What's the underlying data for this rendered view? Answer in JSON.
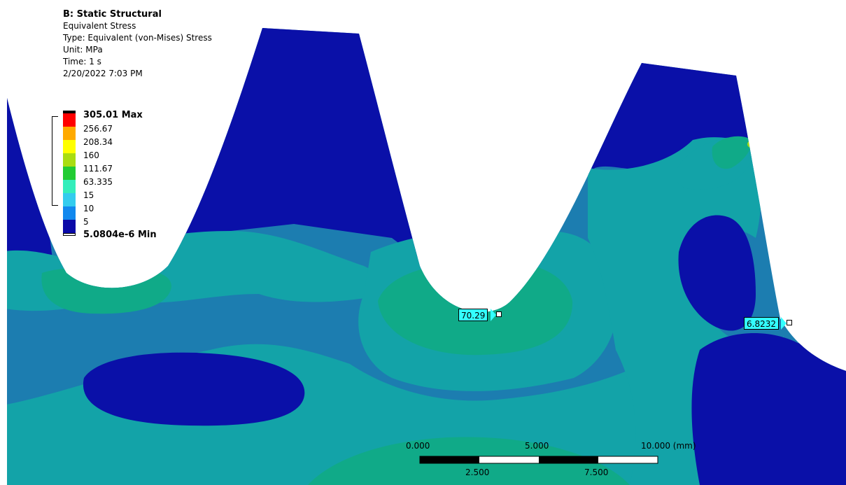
{
  "header": {
    "title": "B: Static Structural",
    "result_name": "Equivalent Stress",
    "type": "Type: Equivalent (von-Mises) Stress",
    "unit": "Unit: MPa",
    "time": "Time: 1 s",
    "timestamp": "2/20/2022 7:03 PM"
  },
  "legend": {
    "max_label": "305.01 Max",
    "min_label": "5.0804e-6 Min",
    "levels": [
      {
        "label": "305.01 Max",
        "color": "#000000",
        "bold": true
      },
      {
        "label": "256.67",
        "color": "#ff0000",
        "bold": false
      },
      {
        "label": "208.34",
        "color": "#ffaa00",
        "bold": false
      },
      {
        "label": "160",
        "color": "#ffff00",
        "bold": false
      },
      {
        "label": "111.67",
        "color": "#aadd11",
        "bold": false
      },
      {
        "label": "63.335",
        "color": "#22cc33",
        "bold": false
      },
      {
        "label": "15",
        "color": "#33eebb",
        "bold": false
      },
      {
        "label": "10",
        "color": "#33ccee",
        "bold": false
      },
      {
        "label": "5",
        "color": "#1188ee",
        "bold": false
      },
      {
        "label": "5.0804e-6 Min",
        "color": "#0a0aa8",
        "bold": true
      }
    ]
  },
  "probes": [
    {
      "value": "70.29"
    },
    {
      "value": "6.8232"
    }
  ],
  "scale_bar": {
    "top_labels": [
      "0.000",
      "5.000",
      "10.000 (mm)"
    ],
    "bottom_labels": [
      "2.500",
      "7.500"
    ]
  },
  "colors": {
    "deep_blue": "#0a10a8",
    "steel_blue": "#1c7db0",
    "teal": "#13a3a8",
    "green_teal": "#10aa88",
    "background": "#ffffff"
  }
}
